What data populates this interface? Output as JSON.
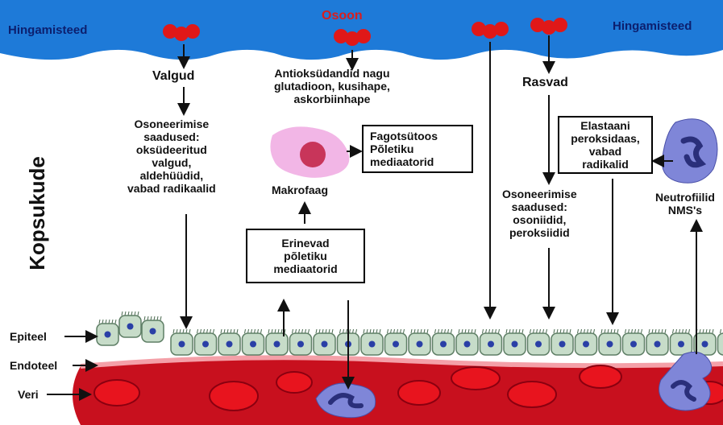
{
  "airway": {
    "left": "Hingamisteed",
    "right": "Hingamisteed",
    "color": "#1e7ad8"
  },
  "ozone": {
    "label": "Osoon",
    "label_color": "#d81e1e",
    "molecule_color": "#e01818"
  },
  "side_label": "Kopsukude",
  "lipids_left": "Valgud",
  "lipids_right": "Rasvad",
  "antioxidants": [
    "Antioksüdandid nagu",
    "glutadioon, kusihape,",
    "askorbiinhape"
  ],
  "ozonation_left": [
    "Osoneerimise",
    "saadused:",
    "oksüdeeritud",
    "valgud,",
    "aldehüüdid,",
    "vabad radikaalid"
  ],
  "ozonation_right": [
    "Osoneerimise",
    "saadused:",
    "osoniidid,",
    "peroksiidid"
  ],
  "macrophage": {
    "label": "Makrofaag",
    "color": "#f2b6e6",
    "nucleus_color": "#c8355a"
  },
  "phagocytosis_box": [
    "Fagotsütoos",
    "Põletiku",
    "mediaatorid"
  ],
  "mediators_box": [
    "Erinevad",
    "põletiku",
    "mediaatorid"
  ],
  "elastase_box": [
    "Elastaani",
    "peroksidaas,",
    "vabad",
    "radikalid"
  ],
  "neutrophil": {
    "label": [
      "Neutrofiilid",
      "NMS's"
    ],
    "color": "#7f86d8"
  },
  "layers": {
    "epithelium": "Epiteel",
    "endothelium": "Endoteel",
    "blood": "Veri",
    "epithelium_color": "#c7dcc9",
    "nucleus_color": "#2a3fa6",
    "vessel_color": "#c8101e",
    "rbc_color": "#e8141e"
  }
}
